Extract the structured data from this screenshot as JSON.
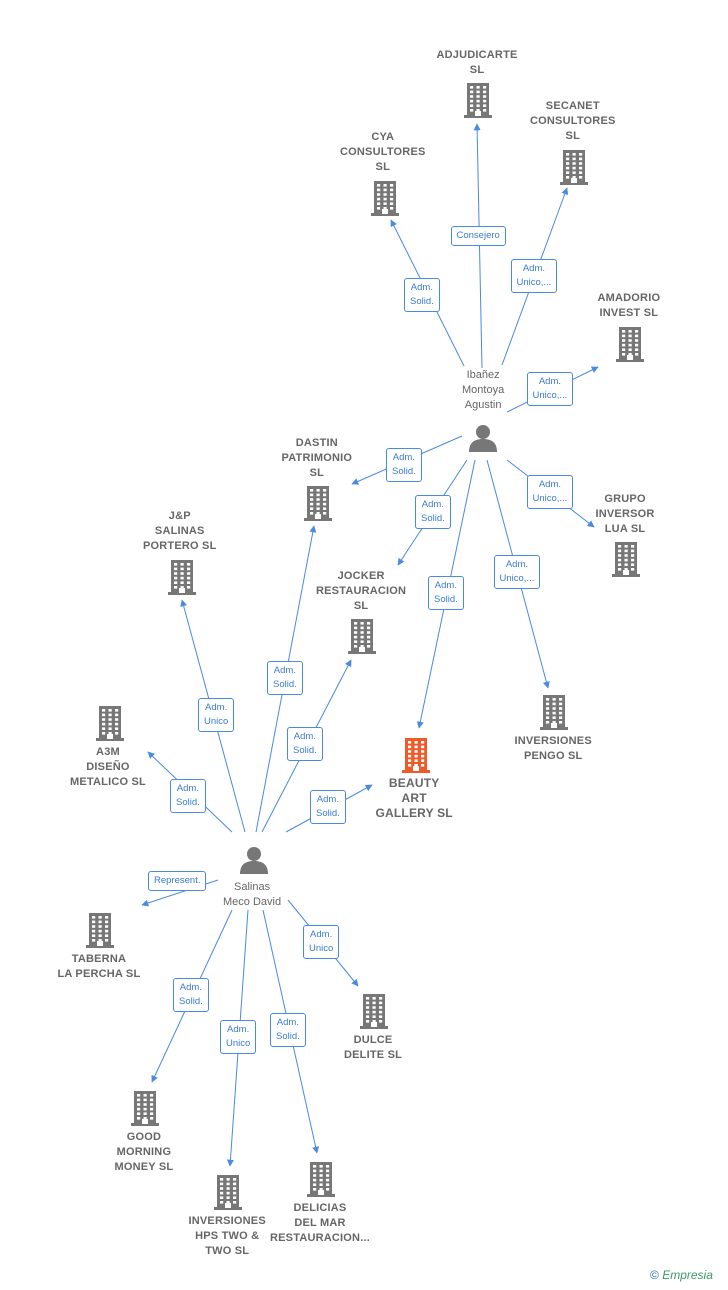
{
  "colors": {
    "edge": "#4a8ae0",
    "company": "#777777",
    "focus": "#f05a28",
    "person": "#777777",
    "text": "#666666"
  },
  "people": [
    {
      "id": "ibanez",
      "label": "Ibañez\nMontoya\nAgustin"
    },
    {
      "id": "salinas",
      "label": "Salinas\nMeco David"
    }
  ],
  "companies": [
    {
      "id": "adjudicarte",
      "label": "ADJUDICARTE\nSL",
      "focus": false
    },
    {
      "id": "secanet",
      "label": "SECANET\nCONSULTORES\nSL",
      "focus": false
    },
    {
      "id": "cya",
      "label": "CYA\nCONSULTORES\nSL",
      "focus": false
    },
    {
      "id": "amadorio",
      "label": "AMADORIO\nINVEST SL",
      "focus": false
    },
    {
      "id": "dastin",
      "label": "DASTIN\nPATRIMONIO\nSL",
      "focus": false
    },
    {
      "id": "grupo",
      "label": "GRUPO\nINVERSOR\nLUA SL",
      "focus": false
    },
    {
      "id": "jp",
      "label": "J&P\nSALINAS\nPORTERO SL",
      "focus": false
    },
    {
      "id": "jocker",
      "label": "JOCKER\nRESTAURACION\nSL",
      "focus": false
    },
    {
      "id": "a3m",
      "label": "A3M\nDISEÑO\nMETALICO SL",
      "focus": false
    },
    {
      "id": "beauty",
      "label": "BEAUTY\nART\nGALLERY SL",
      "focus": true
    },
    {
      "id": "pengo",
      "label": "INVERSIONES\nPENGO SL",
      "focus": false
    },
    {
      "id": "taberna",
      "label": "TABERNA\nLA PERCHA SL",
      "focus": false
    },
    {
      "id": "dulce",
      "label": "DULCE\nDELITE SL",
      "focus": false
    },
    {
      "id": "good",
      "label": "GOOD\nMORNING\nMONEY SL",
      "focus": false
    },
    {
      "id": "hps",
      "label": "INVERSIONES\nHPS TWO &\nTWO SL",
      "focus": false
    },
    {
      "id": "delicias",
      "label": "DELICIAS\nDEL MAR\nRESTAURACION...",
      "focus": false
    }
  ],
  "edges": [
    {
      "id": "e1",
      "from": "ibanez",
      "to": "adjudicarte",
      "label": "Consejero"
    },
    {
      "id": "e2",
      "from": "ibanez",
      "to": "secanet",
      "label": "Adm.\nUnico,..."
    },
    {
      "id": "e3",
      "from": "ibanez",
      "to": "cya",
      "label": "Adm.\nSolid."
    },
    {
      "id": "e4",
      "from": "ibanez",
      "to": "amadorio",
      "label": "Adm.\nUnico,..."
    },
    {
      "id": "e5",
      "from": "ibanez",
      "to": "dastin",
      "label": "Adm.\nSolid."
    },
    {
      "id": "e6",
      "from": "ibanez",
      "to": "grupo",
      "label": "Adm.\nUnico,..."
    },
    {
      "id": "e7",
      "from": "ibanez",
      "to": "jocker",
      "label": "Adm.\nSolid."
    },
    {
      "id": "e8",
      "from": "ibanez",
      "to": "beauty",
      "label": "Adm.\nSolid."
    },
    {
      "id": "e9",
      "from": "ibanez",
      "to": "pengo",
      "label": "Adm.\nUnico,..."
    },
    {
      "id": "e10",
      "from": "salinas",
      "to": "jp",
      "label": "Adm.\nUnico"
    },
    {
      "id": "e11",
      "from": "salinas",
      "to": "dastin",
      "label": "Adm.\nSolid."
    },
    {
      "id": "e12",
      "from": "salinas",
      "to": "jocker",
      "label": "Adm.\nSolid."
    },
    {
      "id": "e13",
      "from": "salinas",
      "to": "a3m",
      "label": "Adm.\nSolid."
    },
    {
      "id": "e14",
      "from": "salinas",
      "to": "beauty",
      "label": "Adm.\nSolid."
    },
    {
      "id": "e15",
      "from": "salinas",
      "to": "taberna",
      "label": "Represent."
    },
    {
      "id": "e16",
      "from": "salinas",
      "to": "dulce",
      "label": "Adm.\nUnico"
    },
    {
      "id": "e17",
      "from": "salinas",
      "to": "good",
      "label": "Adm.\nSolid."
    },
    {
      "id": "e18",
      "from": "salinas",
      "to": "hps",
      "label": "Adm.\nUnico"
    },
    {
      "id": "e19",
      "from": "salinas",
      "to": "delicias",
      "label": "Adm.\nSolid."
    }
  ],
  "credit": {
    "symbol": "©",
    "brand": "Empresia"
  }
}
